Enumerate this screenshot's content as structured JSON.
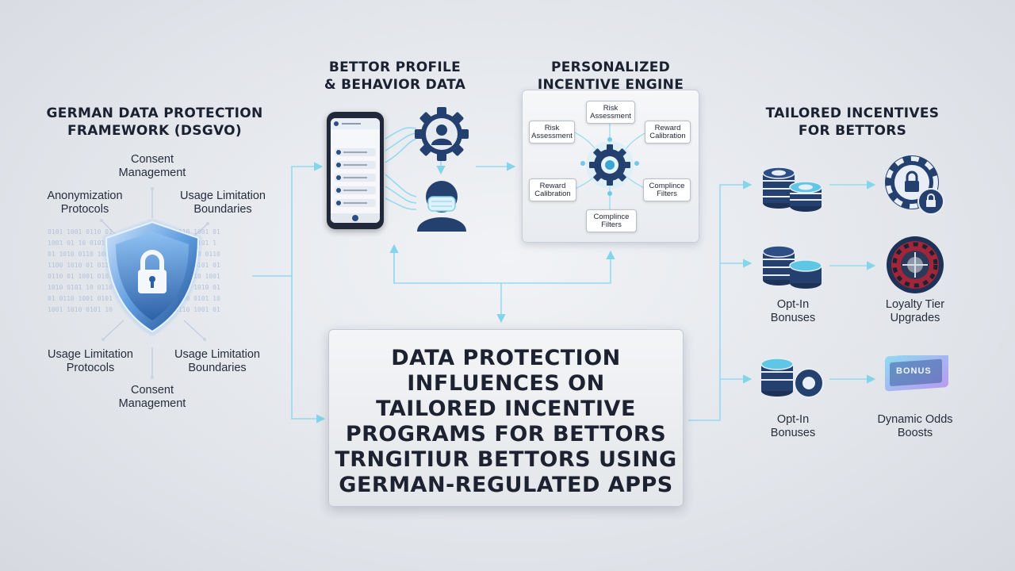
{
  "left": {
    "title_lines": [
      "GERMAN DATA PROTECTION",
      "FRAMEWORK (DSGVO)"
    ],
    "top_consent": [
      "Consent",
      "Management"
    ],
    "anonymization": [
      "Anonymization",
      "Protocols"
    ],
    "usage_top": [
      "Usage Limitation",
      "Boundaries"
    ],
    "usage_bottom_left": [
      "Usage Limitation",
      "Protocols"
    ],
    "usage_bottom_right": [
      "Usage Limitation",
      "Boundaries"
    ],
    "bottom_consent": [
      "Consent",
      "Management"
    ],
    "shield_icon": "shield-lock-icon",
    "binary_icon": "binary-data-icon"
  },
  "profile": {
    "title_lines": [
      "BETTOR PROFILE",
      "& BEHAVIOR DATA"
    ],
    "phone_icon": "smartphone-icon",
    "user_gear_icon": "user-gear-icon",
    "masked_user_icon": "masked-user-icon"
  },
  "engine": {
    "title_lines": [
      "PERSONALIZED",
      "INCENTIVE ENGINE"
    ],
    "chips": {
      "risk_top": "Risk Assessment",
      "risk_left": "Risk Assessment",
      "reward_right": "Reward Calibration",
      "reward_left": "Reward Calibration",
      "compliance_right": "Complince Filters",
      "compliance_bottom": "Complince Filters"
    },
    "gear_icon": "gear-icon"
  },
  "main": {
    "title_lines": [
      "DATA PROTECTION",
      "INFLUENCES ON",
      "TAILORED INCENTIVE",
      "PROGRAMS FOR BETTORS",
      "TRNGITIUR BETTORS USING",
      "GERMAN-REGULATED APPS"
    ]
  },
  "right": {
    "title_lines": [
      "TAILORED INCENTIVES",
      "FOR BETTORS"
    ],
    "row2_left": [
      "Opt-In",
      "Bonuses"
    ],
    "row2_right": [
      "Loyalty Tier",
      "Upgrades"
    ],
    "row3_left": [
      "Opt-In",
      "Bonuses"
    ],
    "row3_right": [
      "Dynamic Odds",
      "Boosts"
    ],
    "bonus_card_text": "BONUS",
    "chips_icon": "casino-chips-icon",
    "roulette_icon": "roulette-wheel-icon",
    "lock_chip_icon": "lock-chip-icon",
    "bonus_card_icon": "bonus-card-icon"
  },
  "colors": {
    "accent": "#5fc7e6",
    "navy": "#1e3a66",
    "shield": "#4a8fd6"
  }
}
